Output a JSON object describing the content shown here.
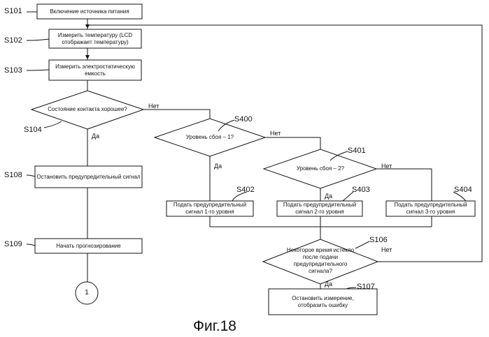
{
  "nodes": {
    "power_on": "Включение источника питания",
    "measure_temp": "Измерить температуру (LCD отображает температуру)",
    "measure_cap": "Измерить электростатическую емкость",
    "contact_ok": "Состояние контакта хорошее?",
    "stop_signal": "Остановить предупредительный сигнал",
    "start_forecast": "Начать прогнозирование",
    "failure_level_1": "Уровень сбоя – 1?",
    "failure_level_2": "Уровень сбоя – 2?",
    "signal_level_1": "Подать предупредительный сигнал 1-го уровня",
    "signal_level_2": "Подать предупредительный сигнал 2-го уровня",
    "signal_level_3": "Подать предупредительный сигнал 3-го уровня",
    "time_elapsed": "Некоторое время истекло после подачи предупредительного сигнала?",
    "stop_measure": "Остановить измерение, отобразить ошибку",
    "connector": "1"
  },
  "steps": {
    "s101": "S101",
    "s102": "S102",
    "s103": "S103",
    "s104": "S104",
    "s108": "S108",
    "s109": "S109",
    "s400": "S400",
    "s401": "S401",
    "s402": "S402",
    "s403": "S403",
    "s404": "S404",
    "s106": "S106",
    "s107": "S107"
  },
  "labels": {
    "yes": "Да",
    "no": "Нет"
  },
  "caption": "Фиг.18"
}
